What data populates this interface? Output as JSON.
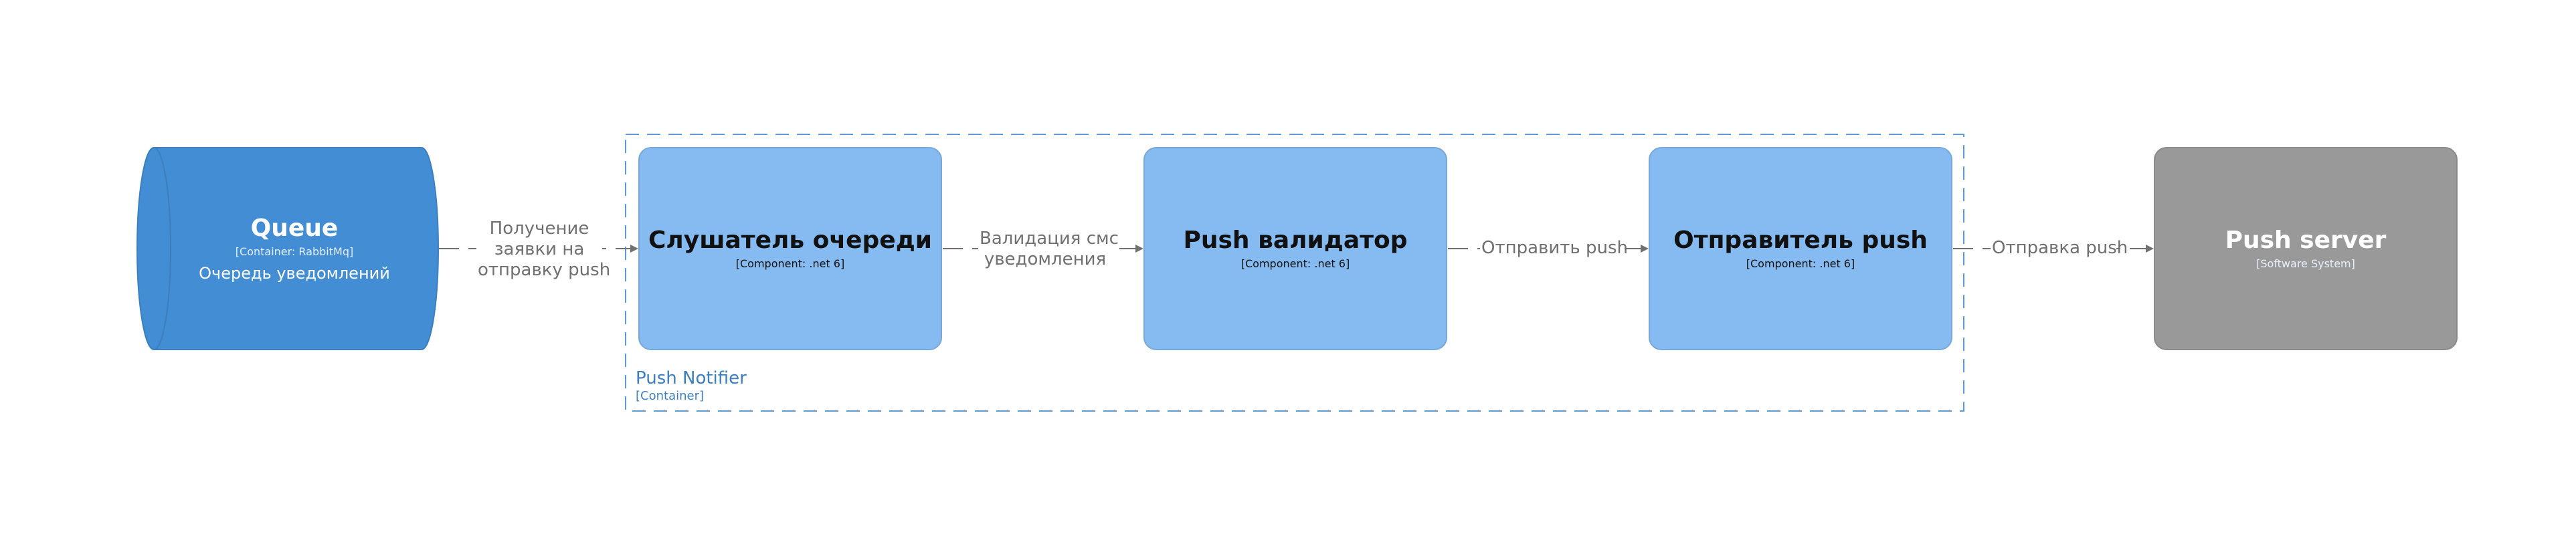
{
  "colors": {
    "queue_fill": "#438dd5",
    "queue_stroke": "#3c7fc0",
    "component_fill": "#85bbf0",
    "component_stroke": "#78a8d8",
    "external_fill": "#999999",
    "external_stroke": "#8a8a8a",
    "edge": "#707070",
    "boundary": "#5d9bd8"
  },
  "nodes": {
    "queue": {
      "name": "Queue",
      "technology": "[Container: RabbitMq]",
      "description": "Очередь уведомлений"
    },
    "listener": {
      "name": "Слушатель очереди",
      "technology": "[Component: .net 6]"
    },
    "validator": {
      "name": "Push валидатор",
      "technology": "[Component: .net 6]"
    },
    "sender": {
      "name": "Отправитель push",
      "technology": "[Component: .net 6]"
    },
    "push_server": {
      "name": "Push server",
      "technology": "[Software System]"
    }
  },
  "boundary": {
    "name": "Push Notifier",
    "technology": "[Container]"
  },
  "edges": [
    {
      "line1": "Получение",
      "line2": "заявки на",
      "line3": "отправку push"
    },
    {
      "line1": "Валидация смс",
      "line2": "уведомления"
    },
    {
      "line1": "Отправить push"
    },
    {
      "line1": "Отправка push"
    }
  ]
}
